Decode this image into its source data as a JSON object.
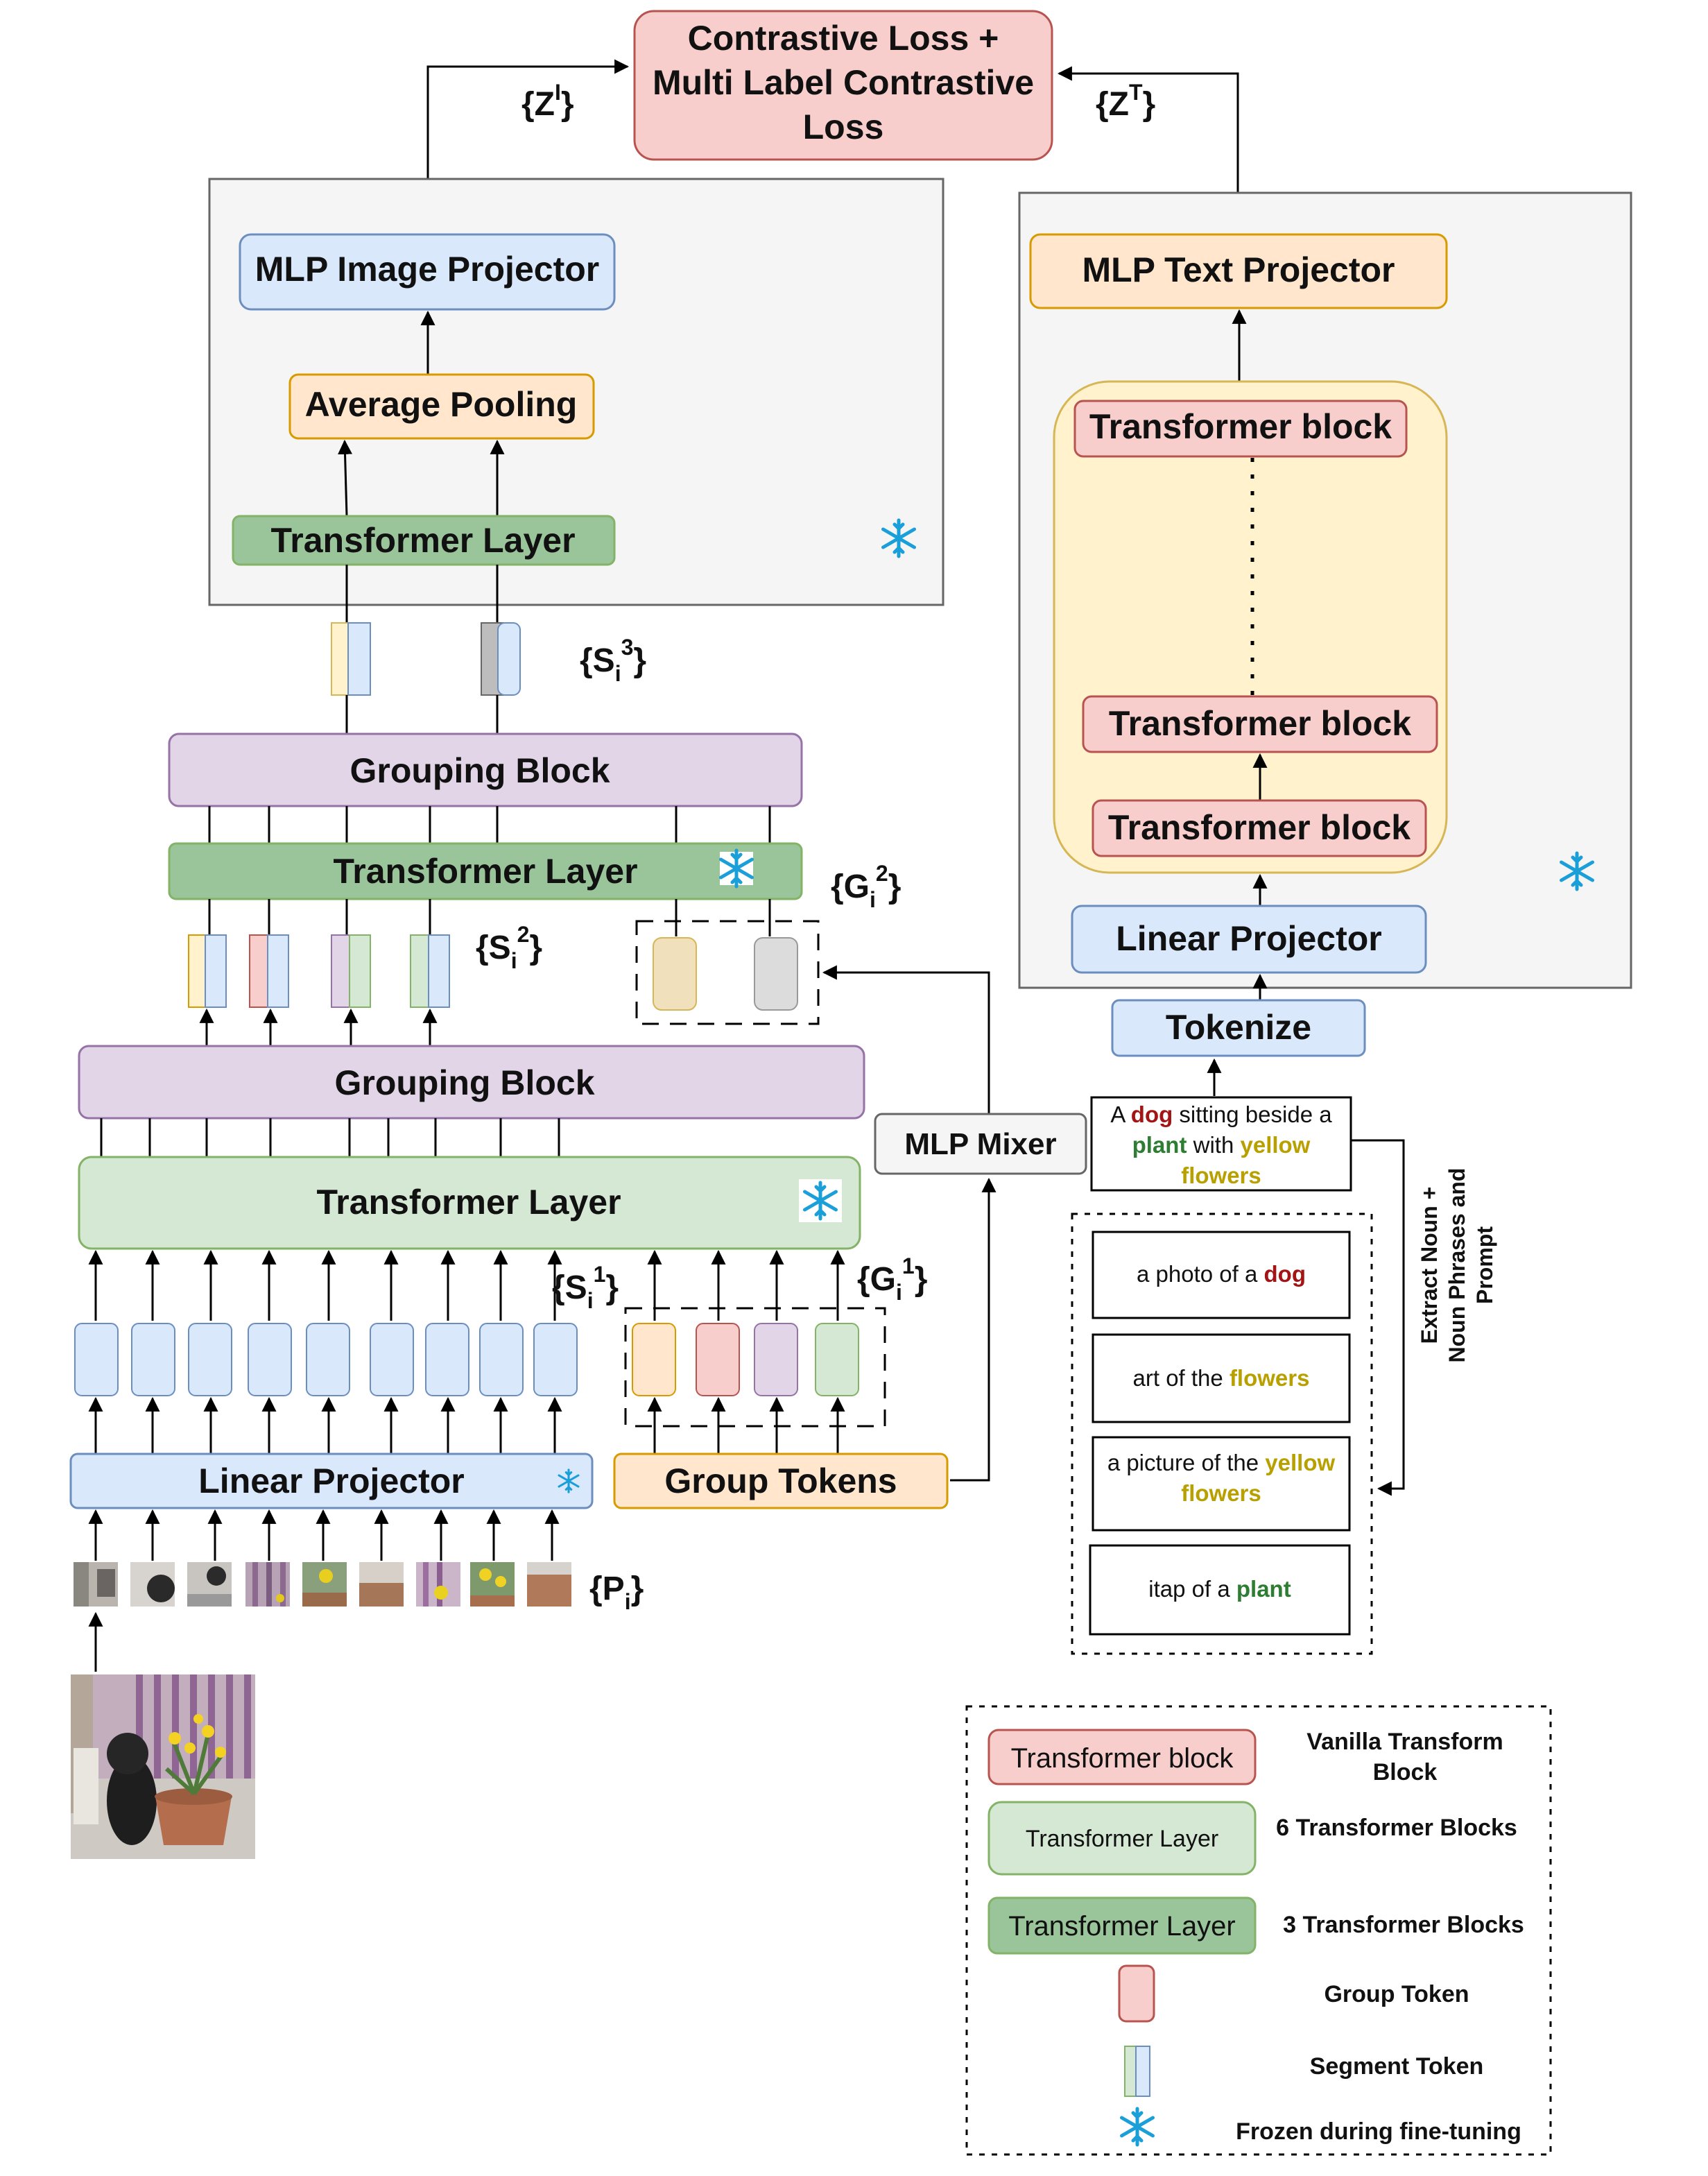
{
  "loss": {
    "line1": "Contrastive Loss +",
    "line2": "Multi Label Contrastive",
    "line3": "Loss"
  },
  "image_branch": {
    "mlp_image_projector": "MLP Image Projector",
    "average_pooling": "Average Pooling",
    "transformer_layer_top": "Transformer Layer",
    "z_image": {
      "base": "{Z",
      "sup": "I",
      "end": "}"
    },
    "s3": {
      "base": "{S",
      "sub": "i",
      "sup": "3",
      "end": "}"
    },
    "grouping_block_2": "Grouping Block",
    "transformer_layer_mid": "Transformer Layer",
    "g2": {
      "base": "{G",
      "sub": "i",
      "sup": "2",
      "end": "}"
    },
    "s2": {
      "base": "{S",
      "sub": "i",
      "sup": "2",
      "end": "}"
    },
    "grouping_block_1": "Grouping Block",
    "transformer_layer_low": "Transformer Layer",
    "s1": {
      "base": "{S",
      "sub": "i",
      "sup": "1",
      "end": "}"
    },
    "g1": {
      "base": "{G",
      "sub": "i",
      "sup": "1",
      "end": "}"
    },
    "linear_projector": "Linear Projector",
    "group_tokens": "Group Tokens",
    "mlp_mixer": "MLP Mixer",
    "patches": {
      "base": "{P",
      "sub": "i",
      "end": "}"
    }
  },
  "text_branch": {
    "z_text": {
      "base": "{Z",
      "sup": "T",
      "end": "}"
    },
    "mlp_text_projector": "MLP Text Projector",
    "transformer_block_top": "Transformer block",
    "transformer_block_mid": "Transformer block",
    "transformer_block_low": "Transformer block",
    "linear_projector": "Linear Projector",
    "tokenize": "Tokenize",
    "caption": {
      "parts": [
        {
          "text": "A ",
          "style": "plain"
        },
        {
          "text": "dog",
          "style": "red"
        },
        {
          "text": " sitting beside a",
          "style": "plain"
        },
        {
          "text": "plant",
          "style": "green"
        },
        {
          "text": " with ",
          "style": "plain"
        },
        {
          "text": "yellow",
          "style": "yellow"
        },
        {
          "text": "flowers",
          "style": "yellow"
        }
      ]
    },
    "side_label": {
      "line1": "Extract Noun  +",
      "line2": "Noun Phrases and",
      "line3": "Prompt"
    },
    "prompts": [
      {
        "plain": "a photo of a ",
        "highlight": "dog",
        "color": "red"
      },
      {
        "plain": "art of the ",
        "highlight": "flowers",
        "color": "yellow"
      },
      {
        "plain": "a picture of the ",
        "highlight": "yellow",
        "highlight2": "flowers",
        "color": "yellow"
      },
      {
        "plain": "itap of a ",
        "highlight": "plant",
        "color": "green"
      }
    ]
  },
  "legend": {
    "items": [
      {
        "swatch": "Transformer block",
        "desc1": "Vanilla Transform",
        "desc2": "Block"
      },
      {
        "swatch": "Transformer Layer",
        "desc1": "6 Transformer Blocks"
      },
      {
        "swatch": "Transformer Layer",
        "desc1": "3 Transformer Blocks"
      },
      {
        "desc1": "Group Token"
      },
      {
        "desc1": "Segment Token"
      },
      {
        "desc1": "Frozen during fine-tuning"
      }
    ]
  },
  "colors": {
    "loss_fill": "#f8cecc",
    "loss_stroke": "#b85450",
    "blue_fill": "#dae8fc",
    "blue_stroke": "#6c8ebf",
    "orange_fill": "#ffe6cc",
    "orange_stroke": "#d79b00",
    "purple_fill": "#e1d5e7",
    "purple_stroke": "#9673a6",
    "lightgreen_fill": "#d5e8d4",
    "lightgreen_stroke": "#82b366",
    "darkgreen_fill": "#9ac49a",
    "darkgreen_stroke": "#82b366",
    "panel_fill": "#f5f5f5",
    "panel_stroke": "#666666",
    "snowflake": "#1a9fd8"
  }
}
